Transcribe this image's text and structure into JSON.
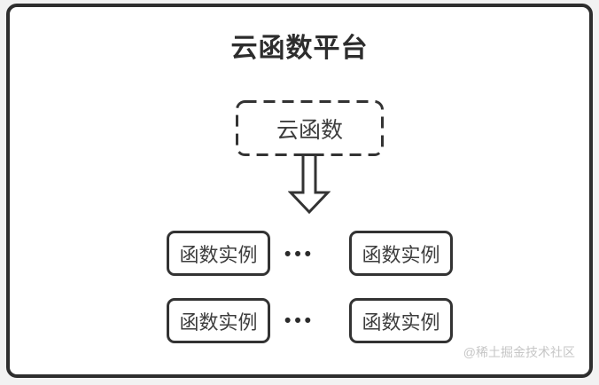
{
  "colors": {
    "page_background": "#f2f2f2",
    "canvas_background": "#ffffff",
    "frame_border": "#2e2e2e",
    "shape_stroke": "#333333",
    "title_text": "#2d2d2d",
    "box_text": "#3d3d3d",
    "watermark_text": "#c6c6c6"
  },
  "diagram": {
    "title": "云函数平台",
    "cloud_function": {
      "label": "云函数"
    },
    "arrow_icon": "block-arrow-down",
    "rows": [
      {
        "left_label": "函数实例",
        "dots": "•••",
        "right_label": "函数实例"
      },
      {
        "left_label": "函数实例",
        "dots": "•••",
        "right_label": "函数实例"
      }
    ]
  },
  "watermark": "@稀土掘金技术社区"
}
